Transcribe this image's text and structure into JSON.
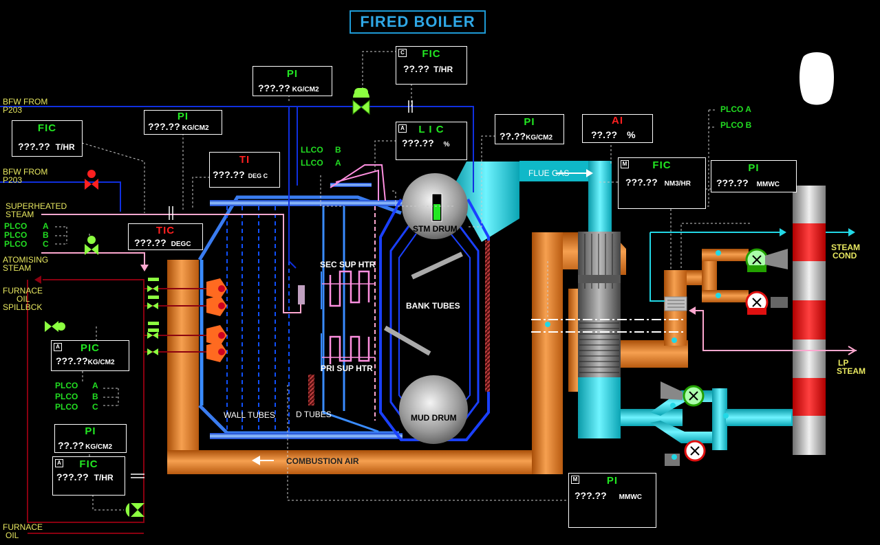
{
  "title": "FIRED BOILER",
  "labels": {
    "bfw_from_1": "BFW FROM",
    "bfw_p203_1": "P203",
    "bfw_from_2": "BFW FROM",
    "bfw_p203_2": "P203",
    "superheated_1": "SUPERHEATED",
    "superheated_2": "STEAM",
    "plco_a": "PLCO",
    "plco_b": "PLCO",
    "plco_c": "PLCO",
    "letter_a": "A",
    "letter_b": "B",
    "letter_c": "C",
    "atomising_1": "ATOMISING",
    "atomising_2": "STEAM",
    "furnace_oil_sb_1": "FURNACE",
    "furnace_oil_sb_2": "OIL",
    "furnace_oil_sb_3": "SPILLBCK",
    "furnace_oil_1": "FURNACE",
    "furnace_oil_2": "OIL",
    "llco_b": "LLCO",
    "llco_a": "LLCO",
    "llco_letter_b": "B",
    "llco_letter_a": "A",
    "sec_sup_htr": "SEC SUP HTR",
    "pri_sup_htr": "PRI SUP HTR",
    "bank_tubes": "BANK TUBES",
    "stm_drum": "STM DRUM",
    "mud_drum": "MUD DRUM",
    "wall_tubes": "WALL TUBES",
    "d_tubes": "D TUBES",
    "combustion_air": "COMBUSTION AIR",
    "flue_gas": "FLUE GAS",
    "plco_a_right": "PLCO A",
    "plco_b_right": "PLCO B",
    "steam_cond_1": "STEAM",
    "steam_cond_2": "COND",
    "lp_steam_1": "LP",
    "lp_steam_2": "STEAM",
    "plco_mid_a": "PLCO",
    "plco_mid_b": "PLCO",
    "plco_mid_c": "PLCO"
  },
  "instruments": {
    "fic_bfw": {
      "tag": "FIC",
      "value": "???.??",
      "unit": "T/HR"
    },
    "pi_bfw": {
      "tag": "PI",
      "value": "???.??",
      "unit": "KG/CM2"
    },
    "pi_top": {
      "tag": "PI",
      "value": "???.??",
      "unit": "KG/CM2"
    },
    "fic_top": {
      "tag": "FIC",
      "mode": "C",
      "value": "??.??",
      "unit": "T/HR"
    },
    "ti": {
      "tag": "TI",
      "value": "???.??",
      "unit": "DEG C"
    },
    "lic": {
      "tag": "L I C",
      "mode": "A",
      "value": "???.??",
      "unit": "%"
    },
    "pi_drum": {
      "tag": "PI",
      "value": "??.??",
      "unit": "KG/CM2"
    },
    "ai": {
      "tag": "AI",
      "value": "??.??",
      "unit": "%"
    },
    "tic": {
      "tag": "TIC",
      "value": "???.??",
      "unit": "DEGC"
    },
    "fic_nm3": {
      "tag": "FIC",
      "mode": "M",
      "value": "???.??",
      "unit": "NM3/HR"
    },
    "pi_mmwc": {
      "tag": "PI",
      "value": "???.??",
      "unit": "MMWC"
    },
    "pic": {
      "tag": "PIC",
      "mode": "A",
      "value": "???.??",
      "unit": "KG/CM2"
    },
    "pi_oil": {
      "tag": "PI",
      "value": "??.??",
      "unit": "KG/CM2"
    },
    "fic_oil": {
      "tag": "FIC",
      "mode": "A",
      "value": "???.??",
      "unit": "T/HR"
    },
    "pi_bottom": {
      "tag": "PI",
      "mode": "M",
      "value": "???.??",
      "unit": "MMWC"
    }
  },
  "colors": {
    "pipe_orange": "#e07a1c",
    "duct_cyan": "#22d8e6",
    "water_blue": "#1030e0",
    "steam_pink": "#ffa8d0",
    "oil_red": "#8a0010",
    "stack_red": "#ff1a1a",
    "tag_green": "#22e822",
    "tag_red": "#ff2020"
  }
}
